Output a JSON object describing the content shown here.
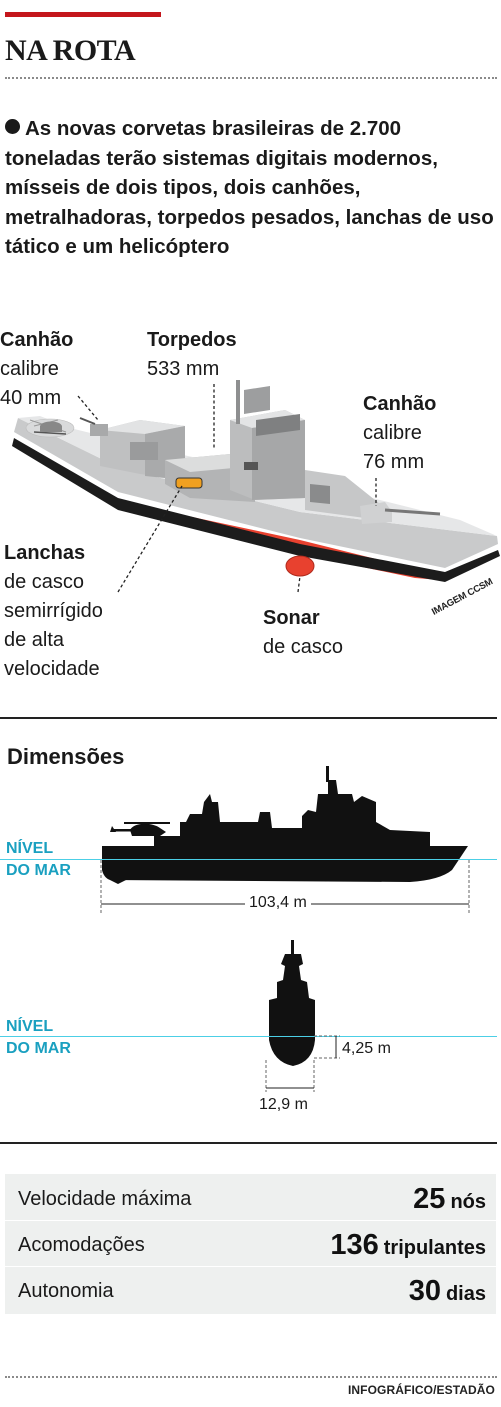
{
  "header": {
    "title": "NA ROTA"
  },
  "intro": {
    "text": "As novas corvetas brasileiras de 2.700 toneladas terão sistemas digitais modernos, mísseis de dois tipos, dois canhões, metralhadoras, torpedos pesados, lanchas de uso tático e um helicóptero"
  },
  "callouts": {
    "canhao40": {
      "title": "Canhão",
      "line1": "calibre",
      "line2": "40 mm"
    },
    "torpedos": {
      "title": "Torpedos",
      "line1": "533 mm"
    },
    "canhao76": {
      "title": "Canhão",
      "line1": "calibre",
      "line2": "76 mm"
    },
    "lanchas": {
      "title": "Lanchas",
      "line1": "de casco",
      "line2": "semirrígido",
      "line3": "de alta",
      "line4": "velocidade"
    },
    "sonar": {
      "title": "Sonar",
      "line1": "de casco"
    }
  },
  "image_credit": "IMAGEM CCSM",
  "dimensions": {
    "title": "Dimensões",
    "sea_level_label_line1": "NÍVEL",
    "sea_level_label_line2": "DO MAR",
    "length": "103,4 m",
    "draft": "4,25 m",
    "beam": "12,9 m"
  },
  "stats": [
    {
      "label": "Velocidade máxima",
      "value": "25",
      "unit": "nós"
    },
    {
      "label": "Acomodações",
      "value": "136",
      "unit": "tripulantes"
    },
    {
      "label": "Autonomia",
      "value": "30",
      "unit": "dias"
    }
  ],
  "footer": {
    "credit": "INFOGRÁFICO/ESTADÃO"
  },
  "colors": {
    "accent_red": "#c4161c",
    "sea_level_cyan": "#1aa0c0",
    "stats_bg": "#eef0ef"
  }
}
